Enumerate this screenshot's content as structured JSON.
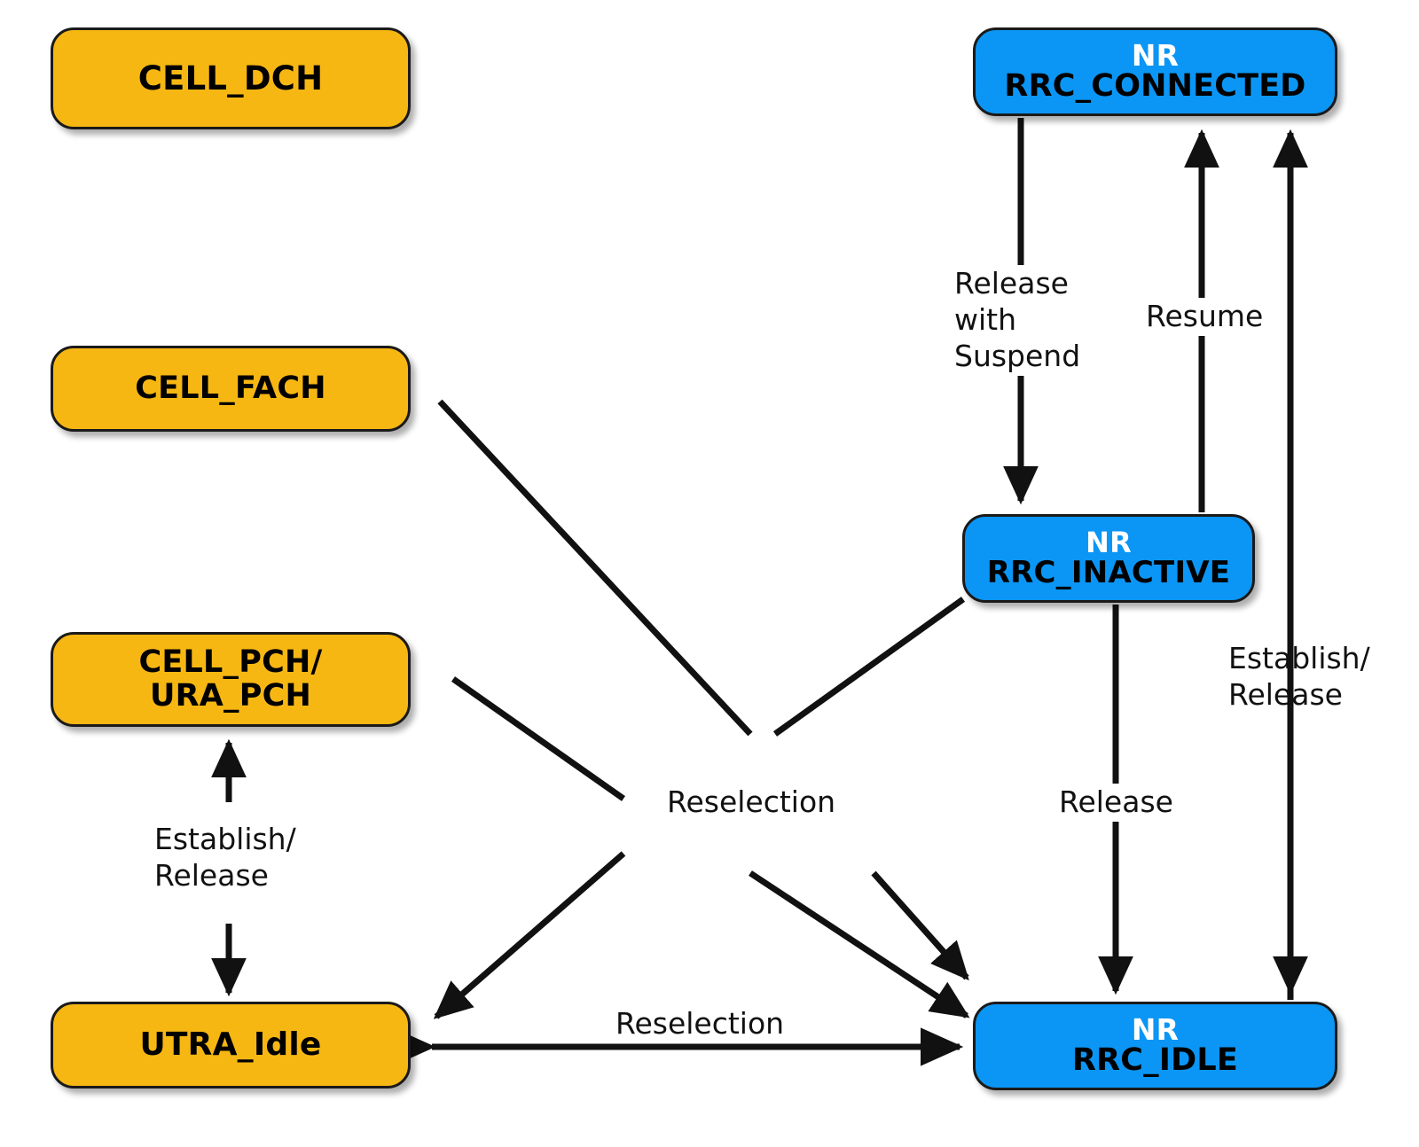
{
  "diagram": {
    "title": "UTRA / NR RRC state transition diagram",
    "colors": {
      "utra_fill": "#F7B713",
      "nr_fill": "#0B96F5",
      "stroke": "#1a1a1a",
      "label_text": "#111111",
      "nr_line1_text": "#ffffff",
      "nr_line2_text": "#000000",
      "background": "#ffffff"
    },
    "nodes": [
      {
        "id": "cell_dch",
        "group": "UTRA",
        "line1": "CELL_DCH",
        "line2": ""
      },
      {
        "id": "cell_fach",
        "group": "UTRA",
        "line1": "CELL_FACH",
        "line2": ""
      },
      {
        "id": "cell_pch",
        "group": "UTRA",
        "line1": "CELL_PCH/",
        "line2": "URA_PCH"
      },
      {
        "id": "utra_idle",
        "group": "UTRA",
        "line1": "UTRA_Idle",
        "line2": ""
      },
      {
        "id": "nr_connected",
        "group": "NR",
        "line1": "NR",
        "line2": "RRC_CONNECTED"
      },
      {
        "id": "nr_inactive",
        "group": "NR",
        "line1": "NR",
        "line2": "RRC_INACTIVE"
      },
      {
        "id": "nr_idle",
        "group": "NR",
        "line1": "NR",
        "line2": "RRC_IDLE"
      }
    ],
    "edge_labels": {
      "release_with_suspend": "Release\nwith\nSuspend",
      "resume": "Resume",
      "establish_release_right": "Establish/\nRelease",
      "release_inactive_to_idle": "Release",
      "establish_release_left": "Establish/\nRelease",
      "reselection_hub": "Reselection",
      "reselection_bottom": "Reselection"
    },
    "edges": [
      {
        "from": "nr_connected",
        "to": "nr_inactive",
        "label": "Release with Suspend",
        "arrow": "end"
      },
      {
        "from": "nr_inactive",
        "to": "nr_connected",
        "label": "Resume",
        "arrow": "end"
      },
      {
        "from": "nr_idle",
        "to": "nr_connected",
        "label": "Establish/ Release",
        "arrow": "end"
      },
      {
        "from": "nr_inactive",
        "to": "nr_idle",
        "label": "Release",
        "arrow": "end"
      },
      {
        "from": "utra_idle",
        "to": "cell_pch",
        "label": "Establish/ Release",
        "arrow": "both"
      },
      {
        "from": "utra_idle",
        "to": "nr_idle",
        "label": "Reselection",
        "arrow": "both"
      },
      {
        "from": "cell_fach",
        "to": "reselection_hub",
        "label": "Reselection",
        "arrow": "none"
      },
      {
        "from": "cell_pch",
        "to": "reselection_hub",
        "label": "Reselection",
        "arrow": "none"
      },
      {
        "from": "nr_inactive",
        "to": "reselection_hub",
        "label": "Reselection",
        "arrow": "none"
      },
      {
        "from": "reselection_hub",
        "to": "utra_idle",
        "label": "Reselection",
        "arrow": "end"
      },
      {
        "from": "reselection_hub",
        "to": "nr_idle",
        "label": "Reselection",
        "arrow": "end"
      }
    ]
  }
}
